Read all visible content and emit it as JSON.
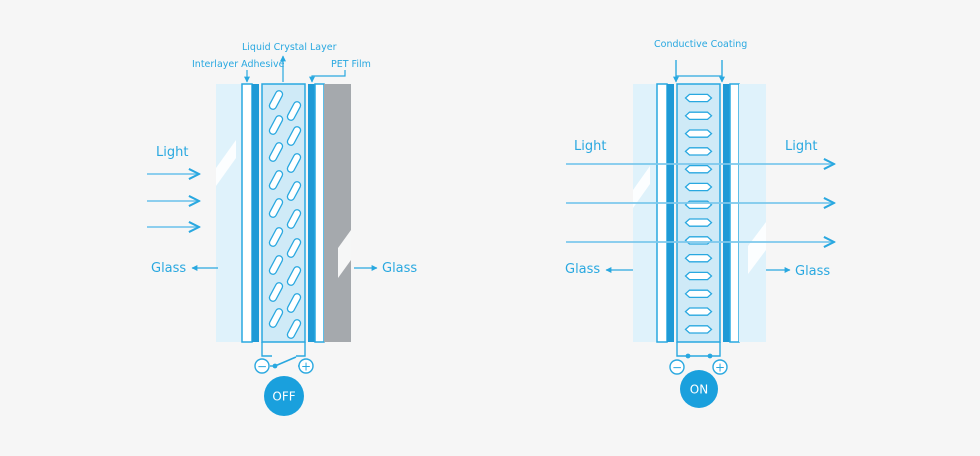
{
  "off_panel": {
    "label_light": "Light",
    "label_glass_left": "Glass",
    "label_glass_right": "Glass",
    "label_interlayer": "Interlayer Adhesive",
    "label_liquid_crystal": "Liquid Crystal Layer",
    "label_pet": "PET Film",
    "button_label": "OFF",
    "minus": "−",
    "plus": "+"
  },
  "on_panel": {
    "label_light_in": "Light",
    "label_light_out": "Light",
    "label_glass_left": "Glass",
    "label_glass_right": "Glass",
    "label_conductive": "Conductive Coating",
    "button_label": "ON",
    "minus": "−",
    "plus": "+"
  },
  "colors": {
    "accent": "#29a8e0",
    "accent_dark": "#1f9ad6",
    "glass_light": "#dff2fb",
    "crystal_fill": "#cfeaf7",
    "dark_glass": "#a5a9ad",
    "button": "#1aa0dd"
  }
}
